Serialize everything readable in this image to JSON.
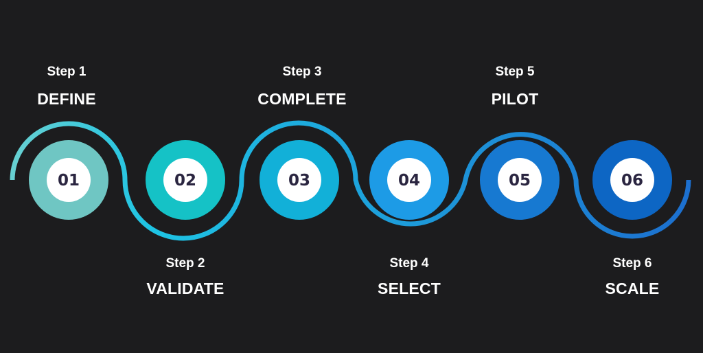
{
  "steps": [
    {
      "step": "Step 1",
      "title": "DEFINE",
      "number": "01",
      "color": "#6fc6c3"
    },
    {
      "step": "Step 2",
      "title": "VALIDATE",
      "number": "02",
      "color": "#15c2c6"
    },
    {
      "step": "Step 3",
      "title": "COMPLETE",
      "number": "03",
      "color": "#12b0d8"
    },
    {
      "step": "Step 4",
      "title": "SELECT",
      "number": "04",
      "color": "#1d9be6"
    },
    {
      "step": "Step 5",
      "title": "PILOT",
      "number": "05",
      "color": "#1779d1"
    },
    {
      "step": "Step 6",
      "title": "SCALE",
      "number": "06",
      "color": "#0d66c4"
    }
  ],
  "path_colors": {
    "start": "#67d0d2",
    "mid": "#1ec4e4",
    "end": "#1c6fcf"
  }
}
